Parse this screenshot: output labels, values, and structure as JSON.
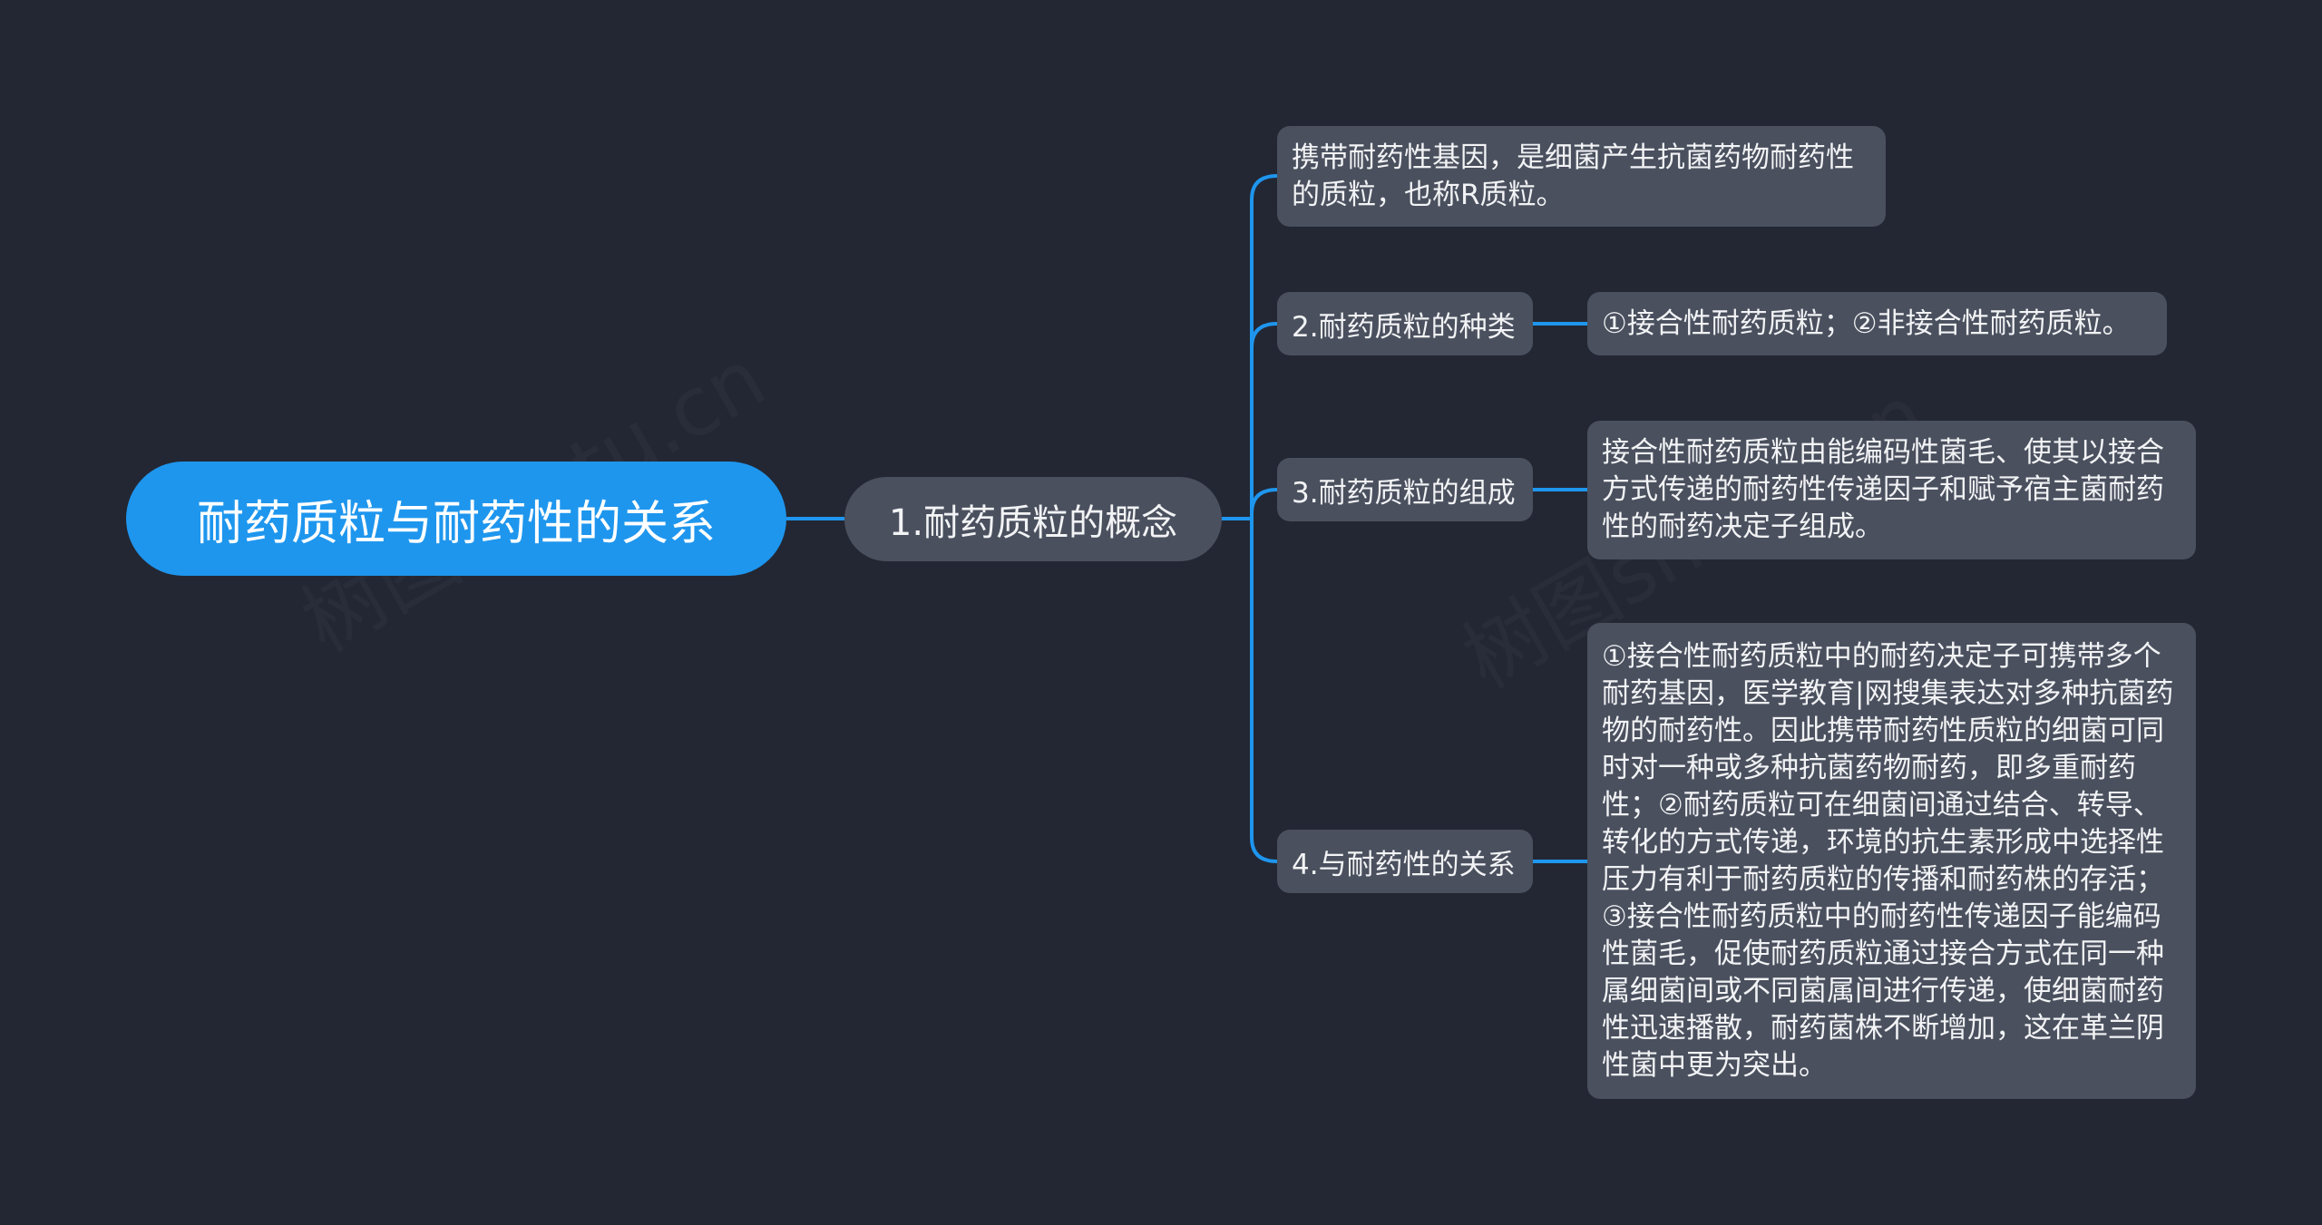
{
  "watermark": "树图shutu.cn",
  "colors": {
    "background": "#232733",
    "root": "#1e96ee",
    "node": "#4a505e",
    "connector": "#1e96ee"
  },
  "root": {
    "label": "耐药质粒与耐药性的关系"
  },
  "level1": {
    "label": "1.耐药质粒的概念"
  },
  "definition": "携带耐药性基因，是细菌产生抗菌药物耐药性的质粒，也称R质粒。",
  "branches": [
    {
      "label": "2.耐药质粒的种类",
      "detail": "①接合性耐药质粒；②非接合性耐药质粒。"
    },
    {
      "label": "3.耐药质粒的组成",
      "detail": "接合性耐药质粒由能编码性菌毛、使其以接合方式传递的耐药性传递因子和赋予宿主菌耐药性的耐药决定子组成。"
    },
    {
      "label": "4.与耐药性的关系",
      "detail": "①接合性耐药质粒中的耐药决定子可携带多个耐药基因，医学教育|网搜集表达对多种抗菌药物的耐药性。因此携带耐药性质粒的细菌可同时对一种或多种抗菌药物耐药，即多重耐药性；②耐药质粒可在细菌间通过结合、转导、转化的方式传递，环境的抗生素形成中选择性压力有利于耐药质粒的传播和耐药株的存活；③接合性耐药质粒中的耐药性传递因子能编码性菌毛，促使耐药质粒通过接合方式在同一种属细菌间或不同菌属间进行传递，使细菌耐药性迅速播散，耐药菌株不断增加，这在革兰阴性菌中更为突出。"
    }
  ]
}
